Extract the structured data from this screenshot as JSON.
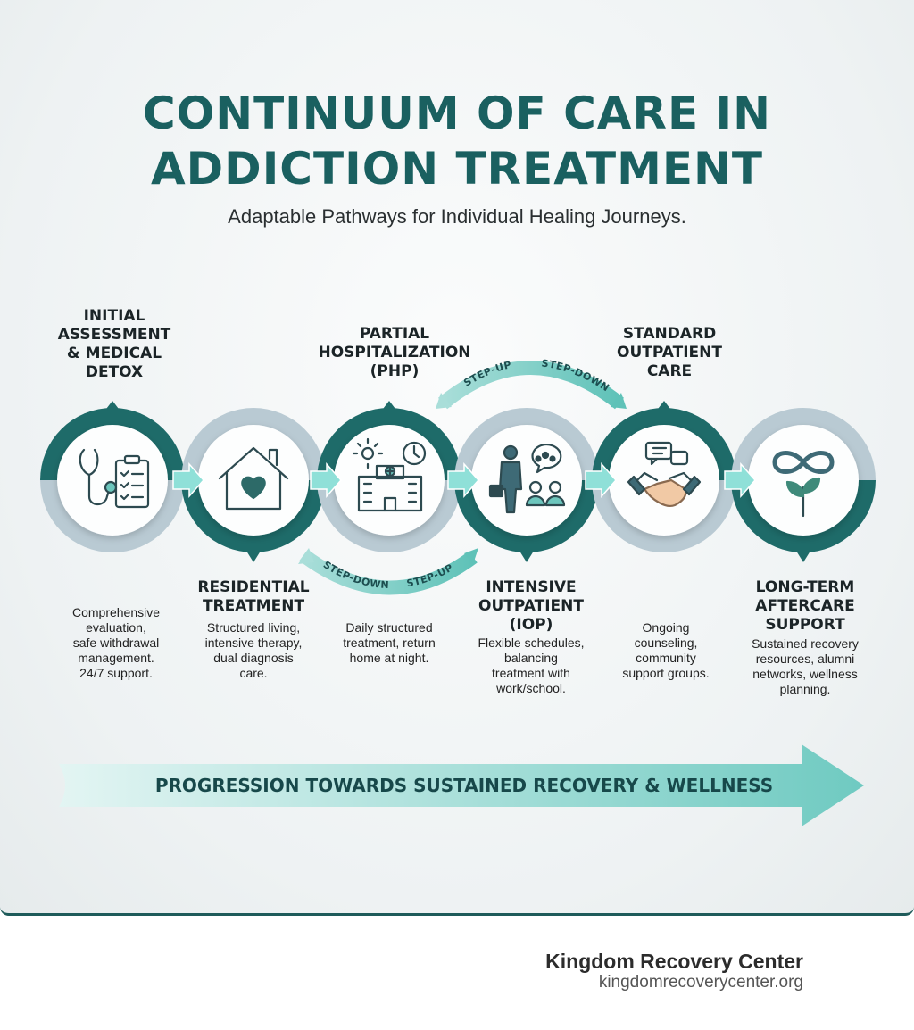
{
  "title_line1": "CONTINUUM OF CARE IN",
  "title_line2": "ADDICTION TREATMENT",
  "subtitle": "Adaptable Pathways for Individual Healing Journeys.",
  "stages": [
    {
      "title": [
        "INITIAL",
        "ASSESSMENT",
        "& MEDICAL",
        "DETOX"
      ],
      "desc": [
        "Comprehensive",
        "evaluation,",
        "safe withdrawal",
        "management.",
        "24/7 support."
      ],
      "icon": "stethoscope-clipboard-icon"
    },
    {
      "title": [
        "RESIDENTIAL",
        "TREATMENT"
      ],
      "desc": [
        "Structured living,",
        "intensive therapy,",
        "dual diagnosis",
        "care."
      ],
      "icon": "house-heart-icon"
    },
    {
      "title": [
        "PARTIAL",
        "HOSPITALIZATION",
        "(PHP)"
      ],
      "desc": [
        "Daily structured",
        "treatment, return",
        "home at night."
      ],
      "icon": "hospital-sun-clock-icon"
    },
    {
      "title": [
        "INTENSIVE",
        "OUTPATIENT",
        "(IOP)"
      ],
      "desc": [
        "Flexible schedules,",
        "balancing",
        "treatment with",
        "work/school."
      ],
      "icon": "person-briefcase-group-icon"
    },
    {
      "title": [
        "STANDARD",
        "OUTPATIENT",
        "CARE"
      ],
      "desc": [
        "Ongoing",
        "counseling,",
        "community",
        "support groups."
      ],
      "icon": "handshake-chat-icon"
    },
    {
      "title": [
        "LONG-TERM",
        "AFTERCARE",
        "SUPPORT"
      ],
      "desc": [
        "Sustained recovery",
        "resources, alumni",
        "networks, wellness",
        "planning."
      ],
      "icon": "infinity-sprout-icon"
    }
  ],
  "arcs": {
    "upper": {
      "left": "STEP-UP",
      "right": "STEP-DOWN"
    },
    "lower": {
      "left": "STEP-DOWN",
      "right": "STEP-UP"
    }
  },
  "progress_label": "PROGRESSION TOWARDS SUSTAINED RECOVERY & WELLNESS",
  "brand": {
    "name": "Kingdom Recovery Center",
    "url": "kingdomrecoverycenter.org"
  },
  "colors": {
    "teal_dark": "#1e6b69",
    "teal_light": "#b8c9d2",
    "accent": "#7fd6cf",
    "title": "#1a6060"
  }
}
